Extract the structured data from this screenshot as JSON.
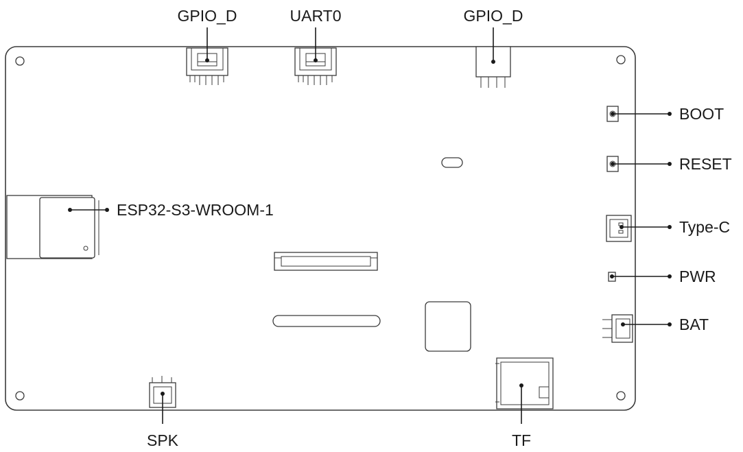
{
  "diagram": {
    "colors": {
      "outline": "#3a3a3a",
      "text": "#1a1a1a",
      "background": "#ffffff"
    },
    "labels": {
      "gpio_d_left": "GPIO_D",
      "uart0": "UART0",
      "gpio_d_right": "GPIO_D",
      "boot": "BOOT",
      "reset": "RESET",
      "type_c": "Type-C",
      "pwr": "PWR",
      "bat": "BAT",
      "esp32": "ESP32-S3-WROOM-1",
      "spk": "SPK",
      "tf": "TF"
    }
  }
}
